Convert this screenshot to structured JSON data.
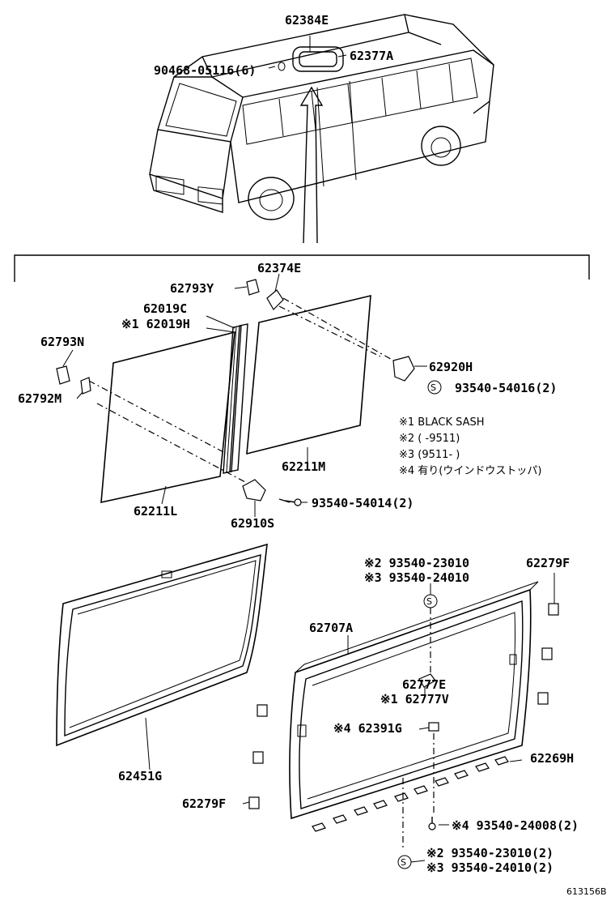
{
  "figure_ref": "613156B",
  "labels": {
    "p62384E": "62384E",
    "p62377A": "62377A",
    "p90468": "90468-05116(6)",
    "p62374E": "62374E",
    "p62793Y": "62793Y",
    "p62019C": "62019C",
    "p62019H": "※1 62019H",
    "p62793N": "62793N",
    "p62792M": "62792M",
    "p62920H": "62920H",
    "p93540_54016": "93540-54016(2)",
    "p62211M": "62211M",
    "p62211L": "62211L",
    "p62910S": "62910S",
    "p93540_54014": "93540-54014(2)",
    "p62279F_top": "62279F",
    "p93540_23010_top": "※2 93540-23010",
    "p93540_24010_top": "※3 93540-24010",
    "p62707A": "62707A",
    "p62777E": "62777E",
    "p62777V": "※1 62777V",
    "p62391G": "※4 62391G",
    "p62269H": "62269H",
    "p62451G": "62451G",
    "p62279F_bottom": "62279F",
    "p93540_24008": "※4 93540-24008(2)",
    "p93540_23010_bot": "※2 93540-23010(2)",
    "p93540_24010_bot": "※3 93540-24010(2)"
  },
  "legend": {
    "n1": "※1 BLACK SASH",
    "n2": "※2 (     -9511)",
    "n3": "※3 (9511-     )",
    "n4": "※4 有り(ウインドウストッパ)"
  },
  "symbols": {
    "s_marker": "S"
  }
}
